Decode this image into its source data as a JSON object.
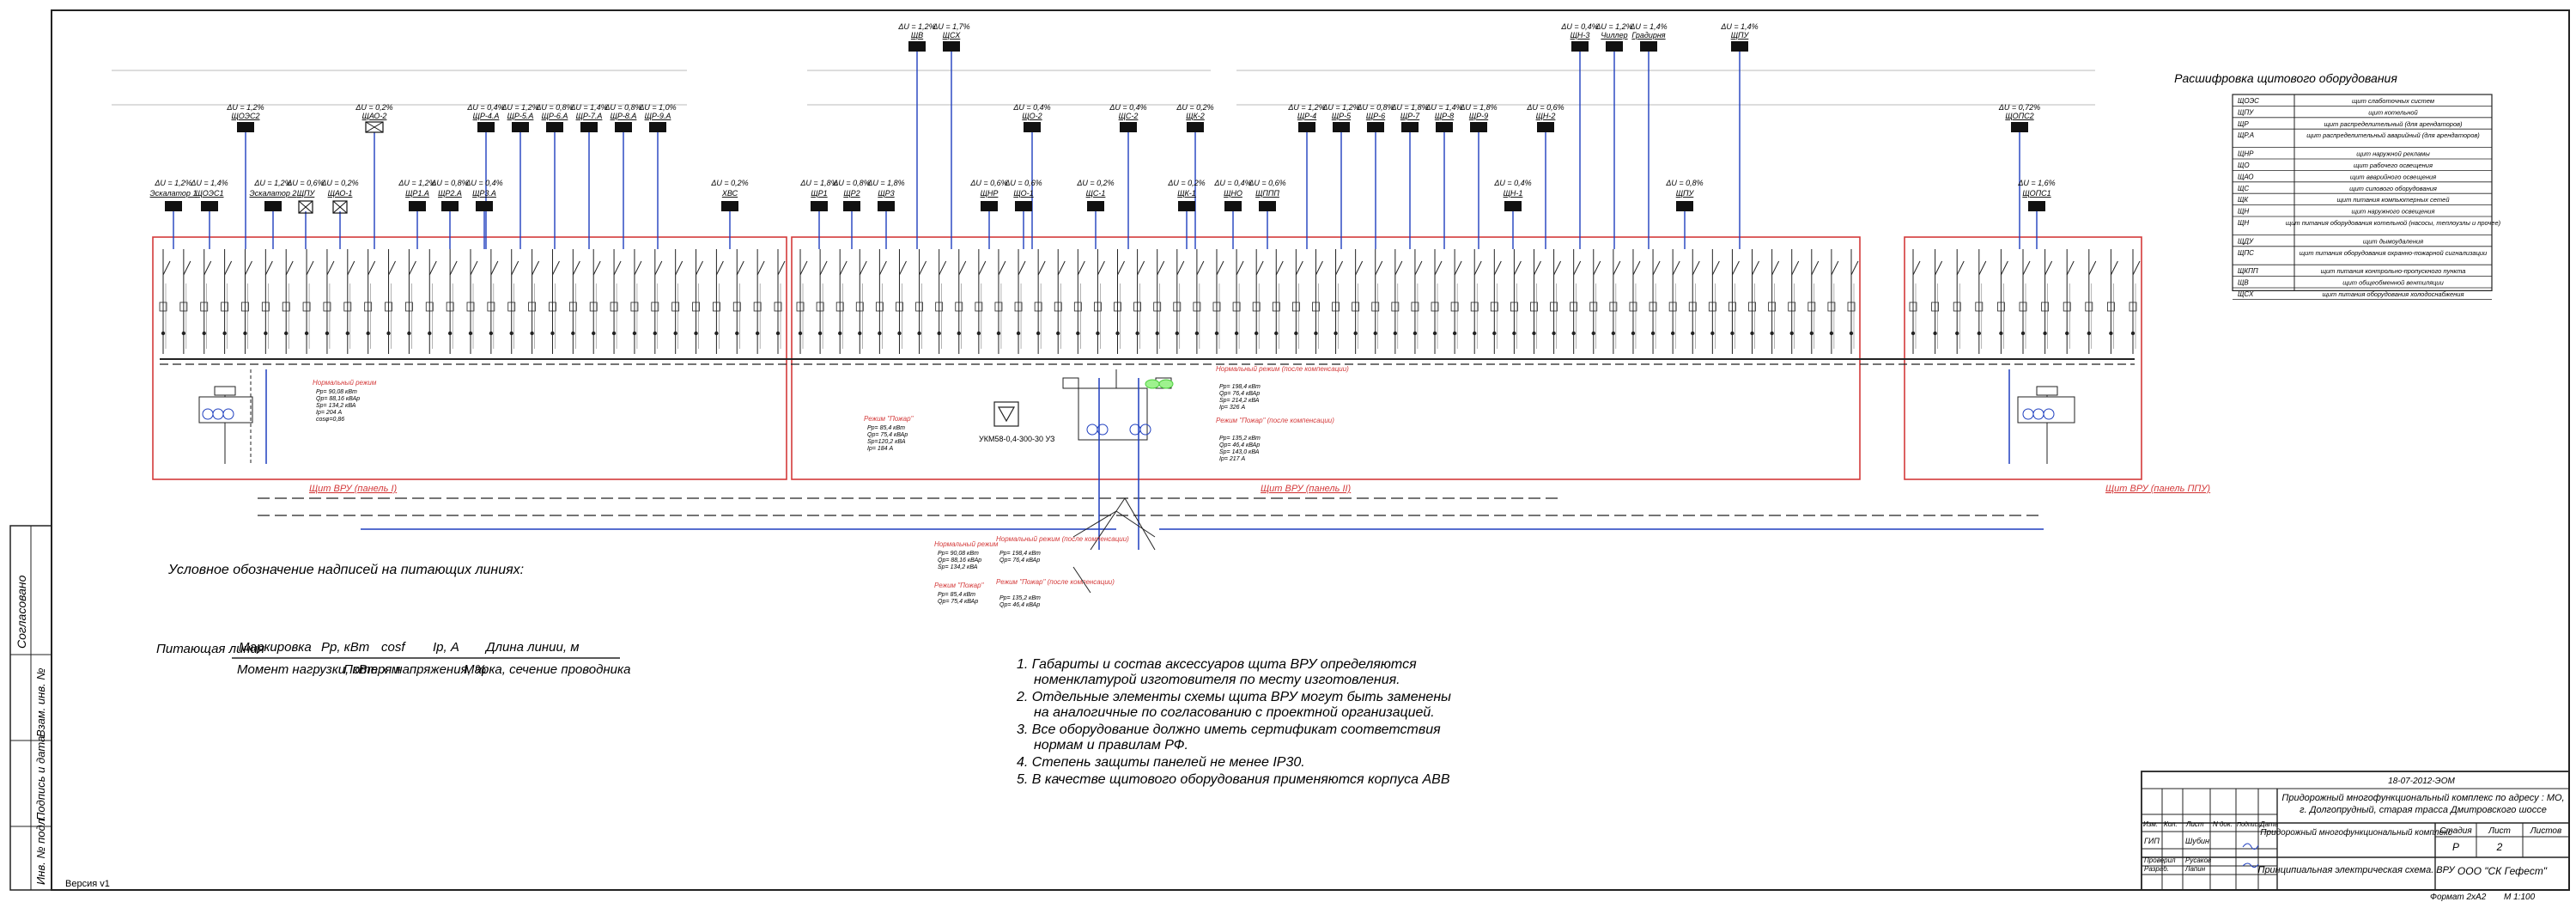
{
  "left_stamp": {
    "inv_podl": "Инв. № подл.",
    "podpis_data": "Подпись и дата",
    "vzam_inv": "Взам. инв. №",
    "soglasovano": "Согласовано"
  },
  "bottom_left": "Версия v1",
  "top_groups": [
    {
      "du": "ΔU = 1,2%",
      "label": "ЩОЭС2"
    },
    {
      "du": "ΔU = 0,2%",
      "label": "ЩАО-2"
    },
    {
      "du": "ΔU = 0,4%",
      "label": "ЩР-4.А"
    },
    {
      "du": "ΔU = 1,2%",
      "label": "ЩР-5.А"
    },
    {
      "du": "ΔU = 0,8%",
      "label": "ЩР-6.А"
    },
    {
      "du": "ΔU = 1,4%",
      "label": "ЩР-7.А"
    },
    {
      "du": "ΔU = 0,8%",
      "label": "ЩР-8.А"
    },
    {
      "du": "ΔU = 1,0%",
      "label": "ЩР-9.А"
    },
    {
      "du": "ΔU = 1,2%",
      "label": "ЩВ"
    },
    {
      "du": "ΔU = 1,7%",
      "label": "ЩСХ"
    },
    {
      "du": "ΔU = 0,4%",
      "label": "ЩО-2"
    },
    {
      "du": "ΔU = 0,4%",
      "label": "ЩС-2"
    },
    {
      "du": "ΔU = 0,2%",
      "label": "ЩК-2"
    },
    {
      "du": "ΔU = 1,2%",
      "label": "ЩР-4"
    },
    {
      "du": "ΔU = 1,2%",
      "label": "ЩР-5"
    },
    {
      "du": "ΔU = 0,8%",
      "label": "ЩР-6"
    },
    {
      "du": "ΔU = 1,8%",
      "label": "ЩР-7"
    },
    {
      "du": "ΔU = 1,4%",
      "label": "ЩР-8"
    },
    {
      "du": "ΔU = 1,8%",
      "label": "ЩР-9"
    },
    {
      "du": "ΔU = 0,6%",
      "label": "ЩН-2"
    },
    {
      "du": "ΔU = 0,4%",
      "label": "ЩН-3"
    },
    {
      "du": "ΔU = 1,2%",
      "label": "Чиллер"
    },
    {
      "du": "ΔU = 1,4%",
      "label": "Градирня"
    },
    {
      "du": "ΔU = 1,4%",
      "label": "ЩПУ"
    },
    {
      "du": "ΔU = 0,72%",
      "label": "ЩОПС2"
    }
  ],
  "lower_groups": [
    {
      "du": "ΔU = 1,2%",
      "label": "Эскалатор 1"
    },
    {
      "du": "ΔU = 1,4%",
      "label": "ЩОЭС1"
    },
    {
      "du": "ΔU = 1,2%",
      "label": "Эскалатор 2"
    },
    {
      "du": "ΔU = 0,6%",
      "label": "ЩПУ"
    },
    {
      "du": "ΔU = 0,2%",
      "label": "ЩАО-1"
    },
    {
      "du": "ΔU = 1,2%",
      "label": "ЩР1.А"
    },
    {
      "du": "ΔU = 0,8%",
      "label": "ЩР2.А"
    },
    {
      "du": "ΔU = 0,4%",
      "label": "ЩР3.А"
    },
    {
      "du": "ΔU = 0,2%",
      "label": "ХВС"
    },
    {
      "du": "ΔU = 1,8%",
      "label": "ЩР1"
    },
    {
      "du": "ΔU = 0,8%",
      "label": "ЩР2"
    },
    {
      "du": "ΔU = 1,8%",
      "label": "ЩР3"
    },
    {
      "du": "ΔU = 0,6%",
      "label": "ЩНР"
    },
    {
      "du": "ΔU = 0,6%",
      "label": "ЩО-1"
    },
    {
      "du": "ΔU = 0,2%",
      "label": "ЩС-1"
    },
    {
      "du": "ΔU = 0,2%",
      "label": "ЩК-1"
    },
    {
      "du": "ΔU = 0,4%",
      "label": "ЩНО"
    },
    {
      "du": "ΔU = 0,6%",
      "label": "ЩППП"
    },
    {
      "du": "ΔU = 0,4%",
      "label": "ЩН-1"
    },
    {
      "du": "ΔU = 0,8%",
      "label": "ЩПУ"
    },
    {
      "du": "ΔU = 1,6%",
      "label": "ЩОПС1"
    }
  ],
  "panels": {
    "p1": "Щит ВРУ (панель I)",
    "p2": "Щит ВРУ (панель II)",
    "p3": "Щит ВРУ (панель ППУ)"
  },
  "device": "УКМ58-0,4-300-30 УЗ",
  "modes": [
    {
      "title": "Нормальный режим",
      "lines": [
        "Рр= 90,08 кВт",
        "Qр= 88,16 кВАр",
        "Sр= 134,2 кВА",
        "Iр= 204 А",
        "cosφ=0,86"
      ]
    },
    {
      "title": "Режим \"Пожар\"",
      "lines": [
        "Рр= 85,4 кВт",
        "Qр= 75,4 кВАр",
        "Sр=120,2 кВА",
        "Iр= 184 А"
      ]
    },
    {
      "title": "Нормальный режим (после компенсации)",
      "lines": [
        "Рр= 198,4 кВт",
        "Qр= 76,4 кВАр",
        "Sр= 214,2 кВА",
        "Iр= 326 А"
      ]
    },
    {
      "title": "Режим \"Пожар\" (после компенсации)",
      "lines": [
        "Рр= 135,2 кВт",
        "Qр= 46,4 кВАр",
        "Sр= 143,0 кВА",
        "Iр= 217 А"
      ]
    }
  ],
  "legend": {
    "title": "Расшифровка щитового оборудования",
    "rows": [
      {
        "code": "ЩОЭС",
        "desc": "щит слаботочных систем"
      },
      {
        "code": "ЩПУ",
        "desc": "щит котельной"
      },
      {
        "code": "ЩР",
        "desc": "щит распределительный (для арендаторов)"
      },
      {
        "code": "ЩР.А",
        "desc": "щит распределительный аварийный (для арендаторов)"
      },
      {
        "code": "ЩНР",
        "desc": "щит наружной рекламы"
      },
      {
        "code": "ЩО",
        "desc": "щит рабочего освещения"
      },
      {
        "code": "ЩАО",
        "desc": "щит аварийного освещения"
      },
      {
        "code": "ЩС",
        "desc": "щит силового оборудования"
      },
      {
        "code": "ЩК",
        "desc": "щит питания компьютерных сетей"
      },
      {
        "code": "ЩН",
        "desc": "щит наружного освещения"
      },
      {
        "code": "ЩН",
        "desc": "щит питания оборудования котельной (насосы, теплоузлы и прочее)"
      },
      {
        "code": "ЩДУ",
        "desc": "щит дымоудаления"
      },
      {
        "code": "ЩПС",
        "desc": "щит питания оборудования охранно-пожарной сигнализации"
      },
      {
        "code": "ЩКПП",
        "desc": "щит питания контрольно-пропускного пункта"
      },
      {
        "code": "ЩВ",
        "desc": "щит общеобменной вентиляции"
      },
      {
        "code": "ЩСХ",
        "desc": "щит питания оборудования холодоснабжения"
      }
    ]
  },
  "conv": {
    "title": "Условное обозначение надписей на питающих линиях:",
    "feeder": "Питающая линия",
    "marking": "Маркировка",
    "pr": "Рр, кВт",
    "cos": "cosf",
    "ip": "Iр, А",
    "len": "Длина линии, м",
    "moment": "Момент нагрузки, кВт х м",
    "loss": "Потеря напряжения, %",
    "brand": "Марка, сечение проводника"
  },
  "notes": [
    "1. Габариты и состав аксессуаров щита ВРУ определяются",
    "номенклатурой изготовителя по месту изготовления.",
    "2. Отдельные элементы схемы щита ВРУ могут быть заменены",
    "на аналогичные по согласованию с проектной организацией.",
    "3. Все оборудование должно иметь сертификат соответствия",
    "нормам и правилам РФ.",
    "4. Степень защиты панелей не менее IP30.",
    "5. В качестве щитового оборудования применяются корпуса ABB"
  ],
  "title_block": {
    "code": "18-07-2012-ЭОМ",
    "object_line1": "Придорожный многофункциональный комплекс по адресу : МО,",
    "object_line2": "г. Долгопрудный, старая трасса Дмитровского шоссе",
    "section": "Придорожный многофункциональный комплекс",
    "drawing": "Принципиальная электрическая схема. ВРУ",
    "company": "ООО \"СК Гефест\"",
    "hdr_izm": "Изм.",
    "hdr_kol": "Кол.",
    "hdr_list": "Лист",
    "hdr_ndok": "N док.",
    "hdr_podp": "Подпись",
    "hdr_data": "Дата",
    "gip": "ГИП",
    "gip_name": "Шубин",
    "proveril": "Проверил",
    "proveril_name": "Русаков",
    "razrab": "Разраб.",
    "razrab_name": "Лапин",
    "stadia_h": "Стадия",
    "list_h": "Лист",
    "listov_h": "Листов",
    "stadia": "Р",
    "list": "2",
    "listov": "",
    "format": "Формат 2хА2",
    "scale": "М 1:100"
  }
}
